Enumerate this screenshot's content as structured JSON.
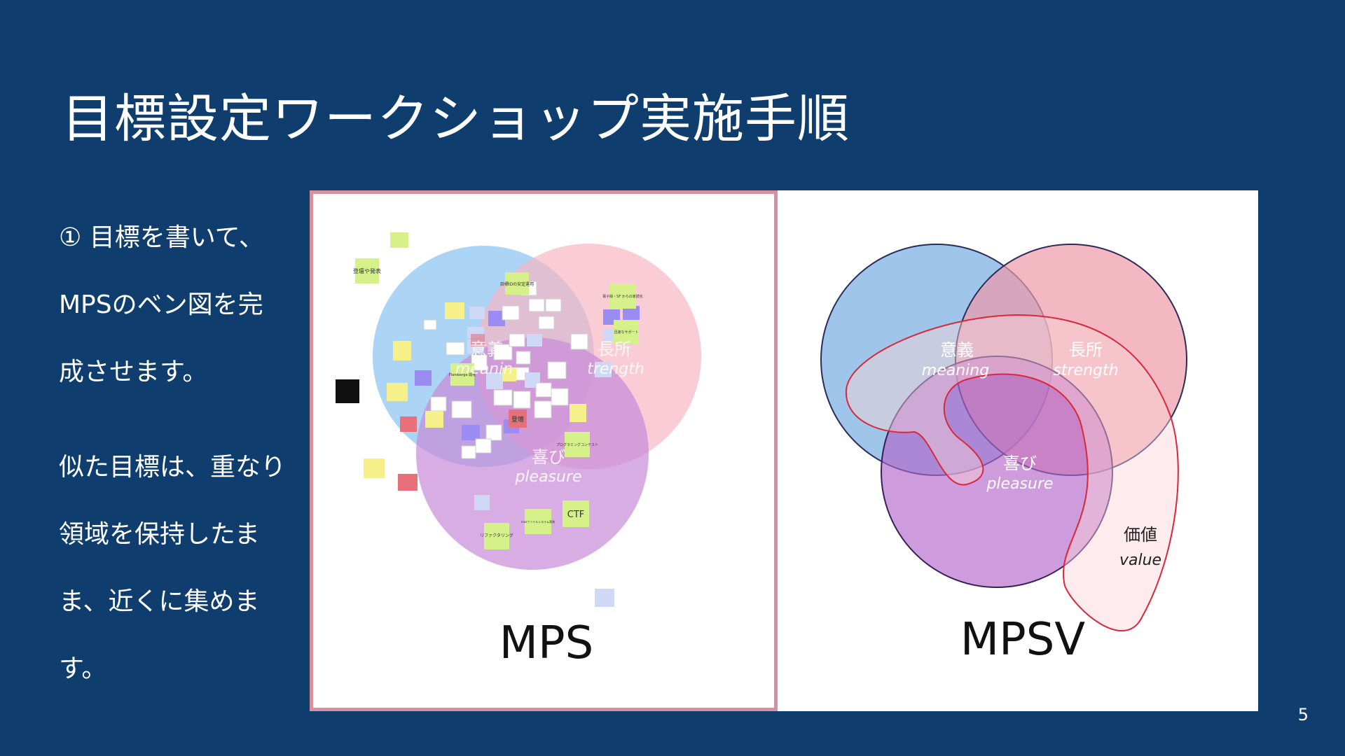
{
  "slide": {
    "title": "目標設定ワークショップ実施手順",
    "paragraphs": [
      {
        "lines": [
          "① 目標を書いて、",
          "MPSのベン図を完",
          "成させます。"
        ]
      },
      {
        "lines": [
          "似た目標は、重なり",
          "領域を保持したま",
          "ま、近くに集めま",
          "す。"
        ]
      }
    ],
    "page_number": "5"
  },
  "diagrams": {
    "mps": {
      "caption": "MPS",
      "circles": [
        {
          "jp": "意義",
          "en": "meanin",
          "color": "#8fc6f2"
        },
        {
          "jp": "長所",
          "en": "trength",
          "color": "#f7b6c5"
        },
        {
          "jp": "喜び",
          "en": "pleasure",
          "color": "#c88ad8"
        }
      ],
      "sticky_notes": [
        {
          "text": "登壇や発表",
          "color": "#d6f08a"
        },
        {
          "text": "目標IDの安定運用",
          "color": "#d6f08a"
        },
        {
          "text": "電子版・SF からの家読化",
          "color": "#d6f08a"
        },
        {
          "text": "迅速なサポート",
          "color": "#d6f08a"
        },
        {
          "text": "Flamberge 開発",
          "color": "#d6f08a"
        },
        {
          "text": "プログラミングコンテスト",
          "color": "#d6f08a"
        },
        {
          "text": "CTF",
          "color": "#d6f08a"
        },
        {
          "text": "リファクタリング",
          "color": "#d6f08a"
        },
        {
          "text": "mozファイルシステム実装",
          "color": "#d6f08a"
        },
        {
          "text": "登壇",
          "color": "#e8707a"
        }
      ]
    },
    "mpsv": {
      "caption": "MPSV",
      "labels": [
        {
          "jp": "意義",
          "en": "meaning"
        },
        {
          "jp": "長所",
          "en": "strength"
        },
        {
          "jp": "喜び",
          "en": "pleasure"
        },
        {
          "jp": "価値",
          "en": "value"
        }
      ],
      "colors": {
        "meaning": "#7fb3e3",
        "strength": "#ee9aa8",
        "pleasure": "#b465c9",
        "value": "#fbd3d6",
        "value_stroke": "#d8283a"
      }
    }
  }
}
